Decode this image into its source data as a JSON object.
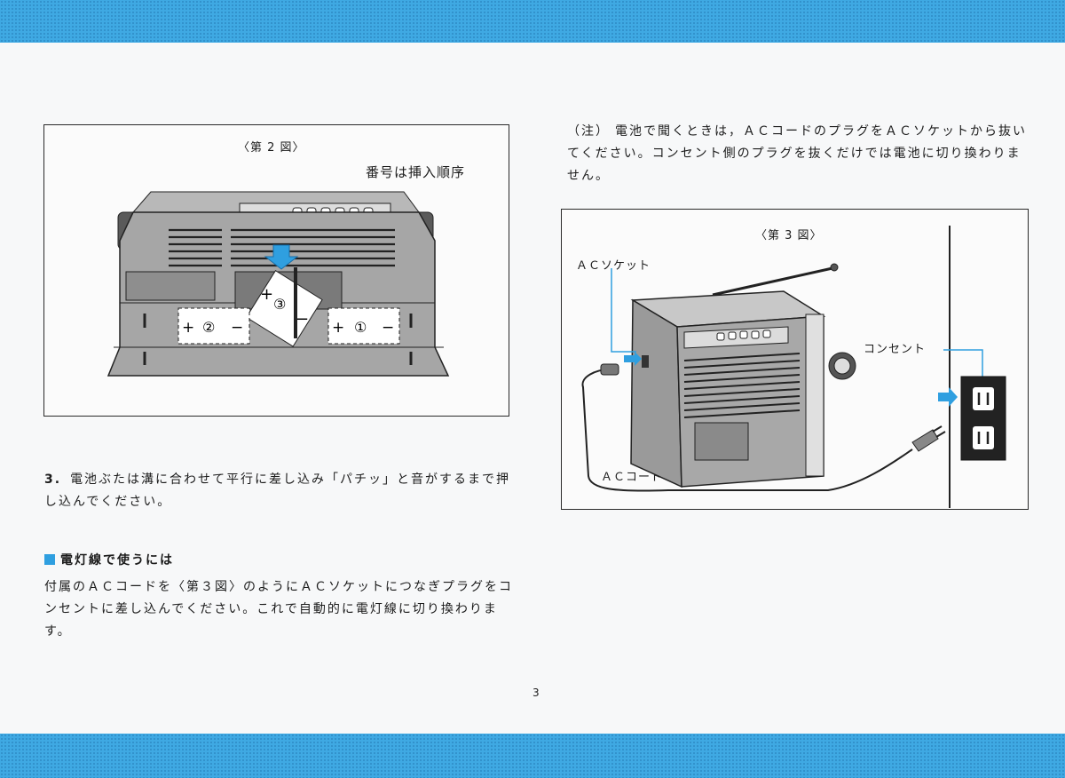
{
  "figure2": {
    "caption": "〈第 2 図〉",
    "note": "番号は挿入順序",
    "batteries": [
      {
        "order": "③",
        "plus": "+",
        "minus": "−"
      },
      {
        "order": "②",
        "plus": "+",
        "minus": "−"
      },
      {
        "order": "①",
        "plus": "+",
        "minus": "−"
      }
    ]
  },
  "step3": {
    "number": "3.",
    "text": "電池ぶたは溝に合わせて平行に差し込み「パチッ」と音がするまで押し込んでください。"
  },
  "section": {
    "heading": "電灯線で使うには",
    "body": "付属のＡＣコードを〈第３図〉のようにＡＣソケットにつなぎプラグをコンセントに差し込んでください。これで自動的に電灯線に切り換わります。"
  },
  "note": {
    "label": "（注）",
    "text": "電池で聞くときは，ＡＣコードのプラグをＡＣソケットから抜いてください。コンセント側のプラグを抜くだけでは電池に切り換わりません。"
  },
  "figure3": {
    "caption": "〈第 3 図〉",
    "labels": {
      "ac_socket": "ＡＣソケット",
      "outlet": "コンセント",
      "ac_cord": "ＡＣコード"
    }
  },
  "page_number": "3",
  "colors": {
    "band": "#3fa9e3",
    "accent": "#2f9fe0"
  }
}
